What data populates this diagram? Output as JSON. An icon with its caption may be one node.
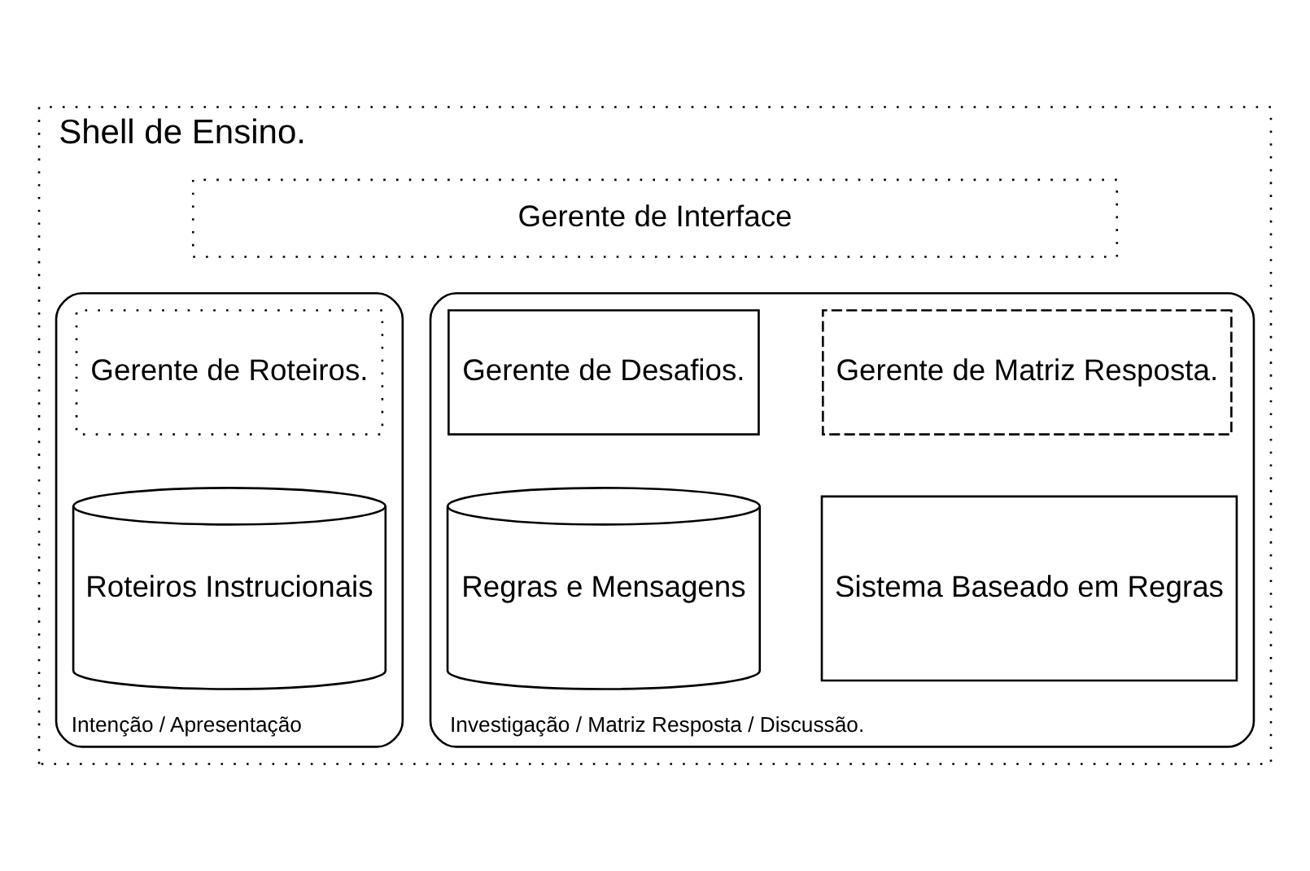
{
  "diagram": {
    "nodes": [
      {
        "text": [
          "Shell de Ensino."
        ]
      },
      {
        "text": [
          "Gerente de Interface"
        ],
        "in": 0
      },
      {
        "text": [
          "Intenção / Apresentação"
        ],
        "in": 0
      },
      {
        "text": [
          "Gerente de Roteiros."
        ],
        "in": 2
      },
      {
        "text": [
          "Roteiros Instrucionais"
        ],
        "in": 2
      },
      {
        "text": [
          "Investigação / Matriz Resposta / Discussão."
        ],
        "in": 0
      },
      {
        "text": [
          "Gerente de Matriz Resposta."
        ],
        "in": 5
      },
      {
        "text": [
          "Gerente de Desafios."
        ],
        "in": 5
      },
      {
        "text": [
          "Sistema Baseado em Regras"
        ],
        "in": 5
      },
      {
        "text": [
          "Regras e Mensagens"
        ],
        "in": 5
      }
    ]
  }
}
